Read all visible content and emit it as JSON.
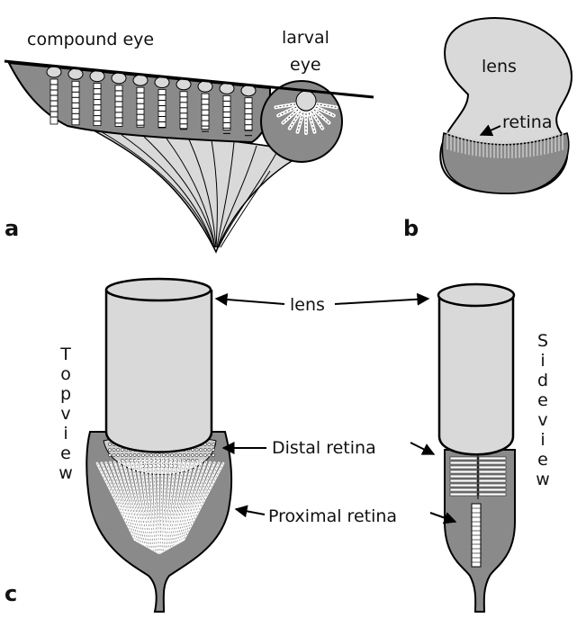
{
  "figure": {
    "panels": [
      "a",
      "b",
      "c"
    ],
    "panel_a": {
      "compound_eye_label": "compound eye",
      "larval_eye_label_line1": "larval",
      "larval_eye_label_line2": "eye"
    },
    "panel_b": {
      "lens_label": "lens",
      "retina_label": "retina"
    },
    "panel_c": {
      "lens_label": "lens",
      "distal_retina_label": "Distal retina",
      "proximal_retina_label": "Proximal retina",
      "top_view_letters": [
        "T",
        "o",
        "p",
        "v",
        "i",
        "e",
        "w"
      ],
      "side_view_letters": [
        "S",
        "i",
        "d",
        "e",
        "v",
        "i",
        "e",
        "w"
      ]
    }
  },
  "colors": {
    "tissue_dark": "#8a8a8a",
    "tissue_light": "#d9d9d9",
    "outline": "#000000"
  }
}
